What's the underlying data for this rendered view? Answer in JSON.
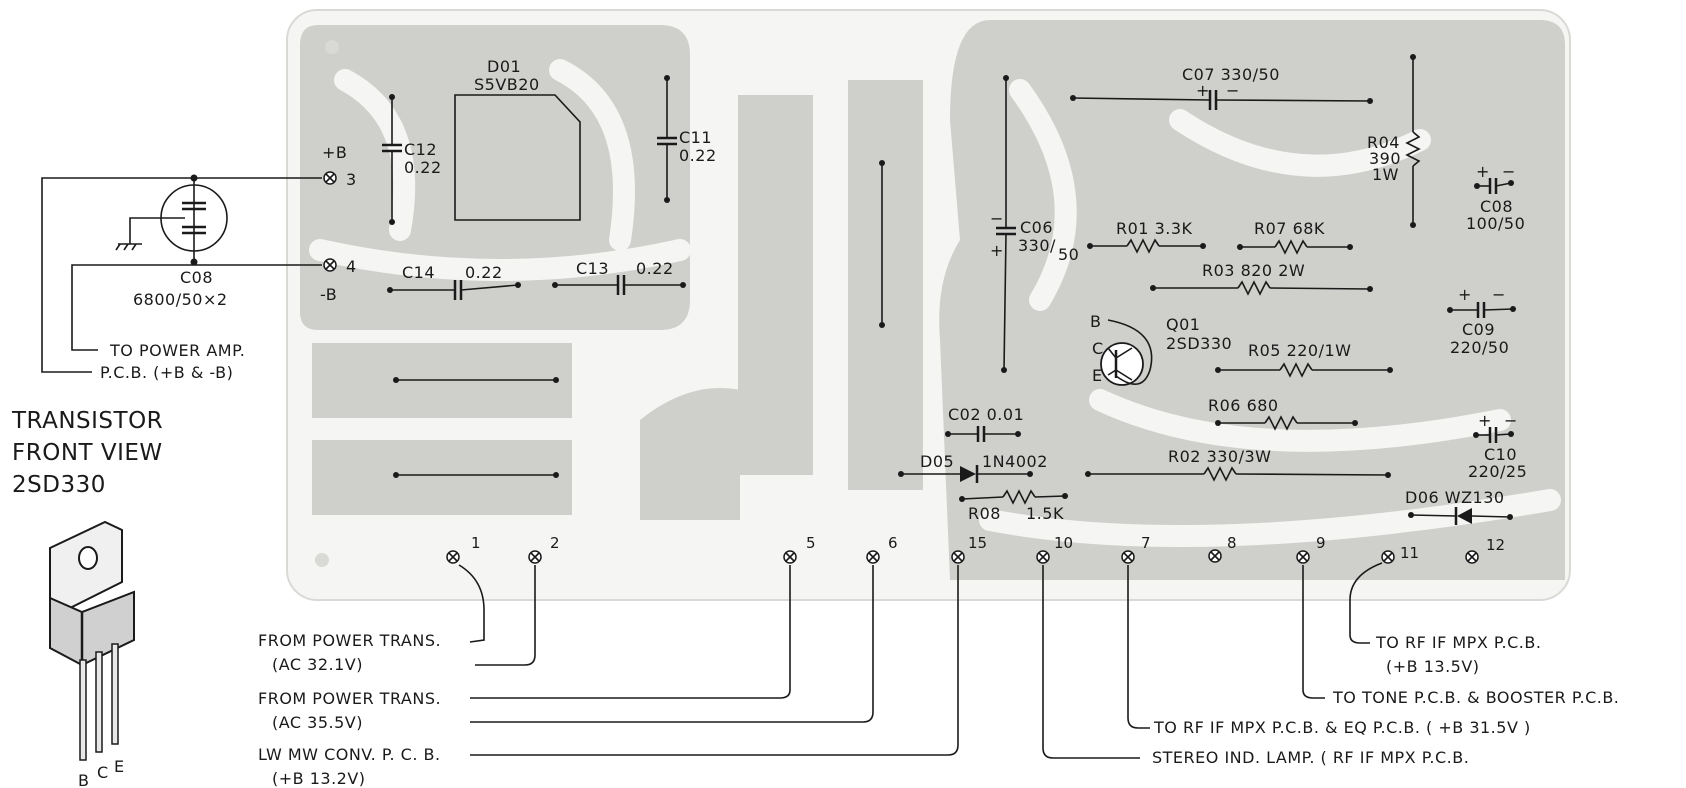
{
  "transistor": {
    "title_line1": "TRANSISTOR",
    "title_line2": "FRONT VIEW",
    "title_line3": "2SD330",
    "pin_b": "B",
    "pin_c": "C",
    "pin_e": "E"
  },
  "left": {
    "plus_b": "+B",
    "minus_b": "-B",
    "term_3": "3",
    "term_4": "4",
    "c08_main": "C08",
    "c08_main_value": "6800/50×2",
    "to_power_amp": "TO POWER AMP.",
    "pcb_pm": "P.C.B. (+B & -B)"
  },
  "components": {
    "d01_name": "D01",
    "d01_part": "S5VB20",
    "c12_name": "C12",
    "c12_value": "0.22",
    "c11_name": "C11",
    "c11_value": "0.22",
    "c14_name": "C14",
    "c14_value": "0.22",
    "c13_name": "C13",
    "c13_value": "0.22",
    "c06_name": "C06",
    "c06_value": "330/",
    "c06_value2": "50",
    "c07": "C07  330/50",
    "r04_name": "R04",
    "r04_value": "390",
    "r04_power": "1W",
    "c08_name": "C08",
    "c08_value": "100/50",
    "c09_name": "C09",
    "c09_value": "220/50",
    "c10_name": "C10",
    "c10_value": "220/25",
    "r01": "R01  3.3K",
    "r07": "R07  68K",
    "r03": "R03  820  2W",
    "q01_name": "Q01",
    "q01_part": "2SD330",
    "q_b": "B",
    "q_c": "C",
    "q_e": "E",
    "r05": "R05  220/1W",
    "r06": "R06  680",
    "r02": "R02  330/3W",
    "c02": "C02  0.01",
    "d05_name": "D05",
    "d05_part": "1N4002",
    "r08_name": "R08",
    "r08_value": "1.5K",
    "d06": "D06  WZ130",
    "plus": "+",
    "minus": "−"
  },
  "terminals": [
    "1",
    "2",
    "5",
    "6",
    "15",
    "10",
    "7",
    "8",
    "9",
    "11",
    "12"
  ],
  "notes": {
    "n1_line1": "FROM  POWER  TRANS.",
    "n1_line2": "(AC 32.1V)",
    "n2_line1": "FROM  POWER  TRANS.",
    "n2_line2": "(AC 35.5V)",
    "n3_line1": "LW MW  CONV.  P. C. B.",
    "n3_line2": "(+B  13.2V)",
    "n4_line1": "TO  RF IF  MPX  P.C.B.",
    "n4_line2": "(+B  13.5V)",
    "n5": "TO  TONE  P.C.B. &  BOOSTER  P.C.B.",
    "n6": "TO  RF IF  MPX  P.C.B.  &  EQ  P.C.B.  ( +B 31.5V )",
    "n7": "STEREO  IND.  LAMP.   ( RF  IF  MPX  P.C.B."
  }
}
